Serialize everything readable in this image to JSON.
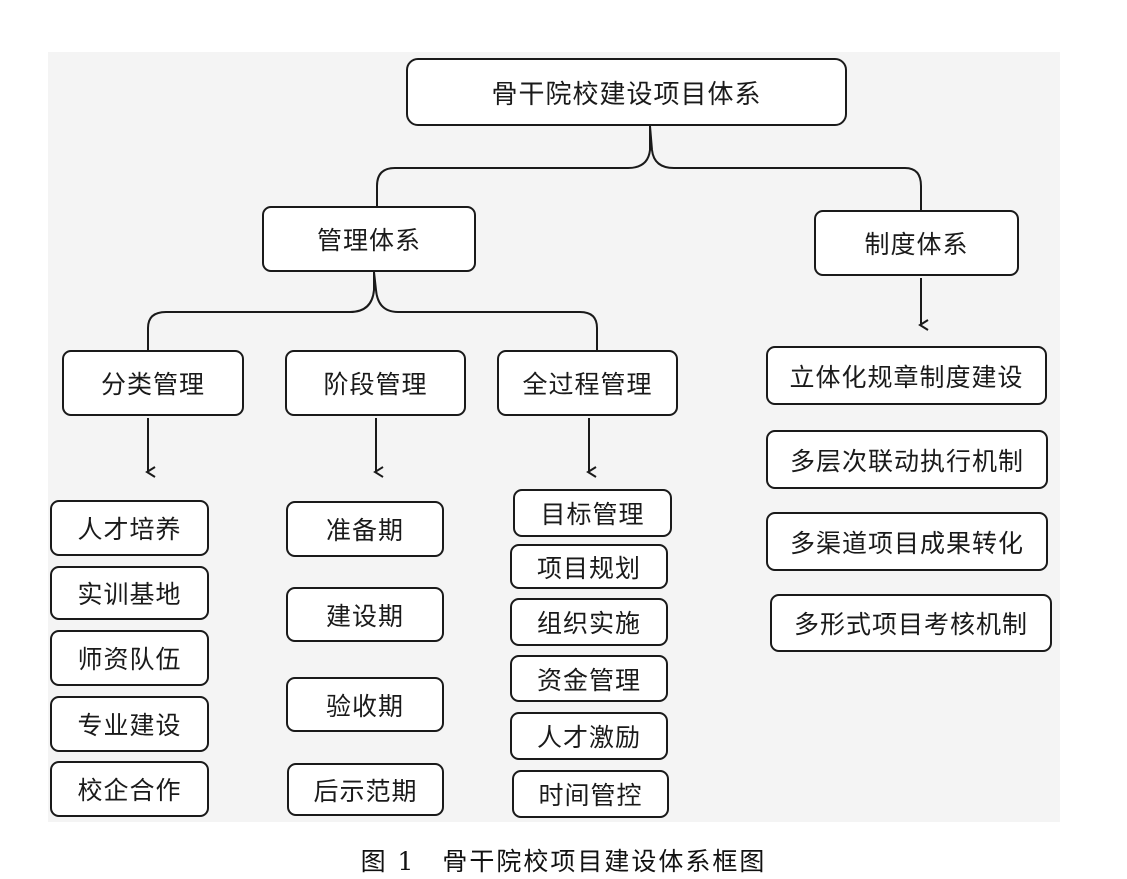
{
  "root": "骨干院校建设项目体系",
  "branches": {
    "management": "管理体系",
    "institution": "制度体系"
  },
  "management_groups": {
    "category": {
      "label": "分类管理",
      "items": [
        "人才培养",
        "实训基地",
        "师资队伍",
        "专业建设",
        "校企合作"
      ]
    },
    "phase": {
      "label": "阶段管理",
      "items": [
        "准备期",
        "建设期",
        "验收期",
        "后示范期"
      ]
    },
    "process": {
      "label": "全过程管理",
      "items": [
        "目标管理",
        "项目规划",
        "组织实施",
        "资金管理",
        "人才激励",
        "时间管控"
      ]
    }
  },
  "institution_items": [
    "立体化规章制度建设",
    "多层次联动执行机制",
    "多渠道项目成果转化",
    "多形式项目考核机制"
  ],
  "caption": "图 1　骨干院校项目建设体系框图"
}
